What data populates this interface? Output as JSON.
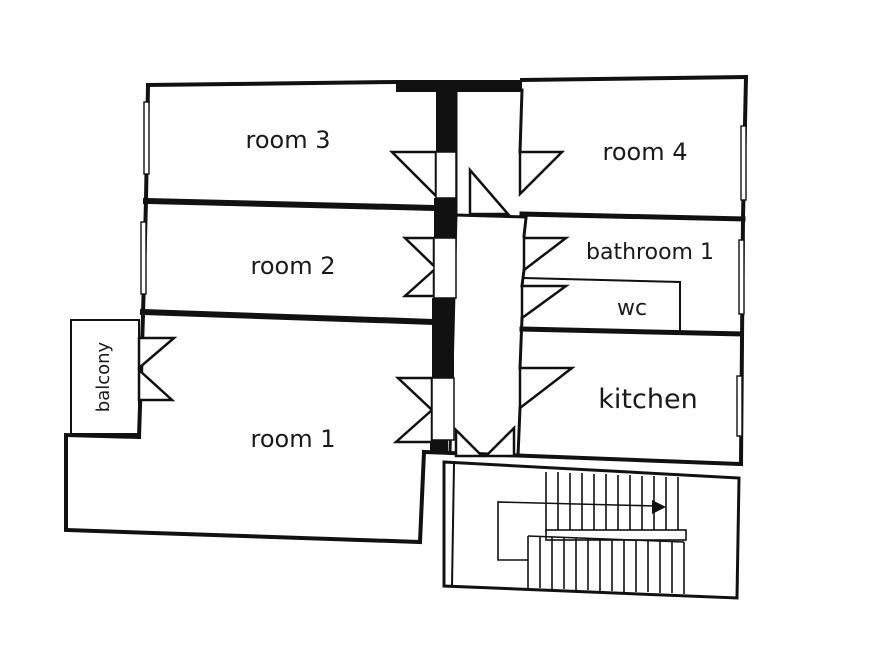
{
  "rooms": {
    "room3": "room 3",
    "room4": "room 4",
    "room2": "room 2",
    "bathroom1": "bathroom 1",
    "wc": "wc",
    "balcony": "balcony",
    "kitchen": "kitchen",
    "room1": "room 1"
  },
  "colors": {
    "wall": "#111111",
    "background": "#ffffff"
  }
}
